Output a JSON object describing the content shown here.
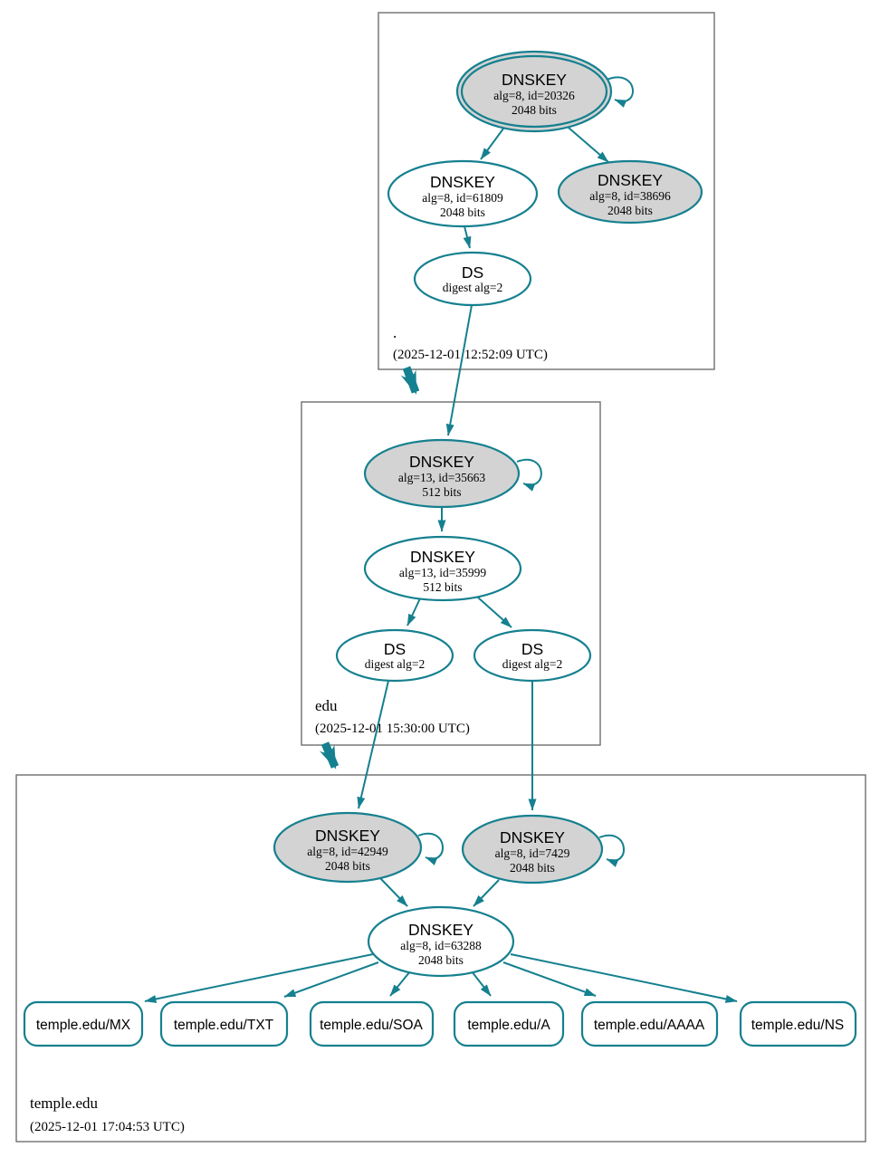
{
  "diagram": {
    "type": "dnssec-authentication-chain",
    "colors": {
      "secure_edge": "#15808f",
      "ksk_fill": "#d3d3d3",
      "node_fill": "#ffffff",
      "zone_box_border": "#6e6e6e",
      "text": "#000000"
    },
    "zones": [
      {
        "name": ".",
        "timestamp": "(2025-12-01 12:52:09 UTC)",
        "nodes": [
          {
            "id": "dnskey-20326",
            "label": "DNSKEY",
            "detail": "alg=8, id=20326",
            "size": "2048 bits",
            "style": "trust-anchor-double-outline",
            "fill": "gray",
            "self_signed": true
          },
          {
            "id": "dnskey-61809",
            "label": "DNSKEY",
            "detail": "alg=8, id=61809",
            "size": "2048 bits",
            "style": "plain",
            "fill": "white",
            "self_signed": false
          },
          {
            "id": "dnskey-38696",
            "label": "DNSKEY",
            "detail": "alg=8, id=38696",
            "size": "2048 bits",
            "style": "plain",
            "fill": "gray",
            "self_signed": false
          },
          {
            "id": "ds",
            "label": "DS",
            "detail": "digest alg=2",
            "style": "plain",
            "fill": "white",
            "self_signed": false
          }
        ]
      },
      {
        "name": "edu",
        "timestamp": "(2025-12-01 15:30:00 UTC)",
        "nodes": [
          {
            "id": "dnskey-35663",
            "label": "DNSKEY",
            "detail": "alg=13, id=35663",
            "size": "512 bits",
            "style": "plain",
            "fill": "gray",
            "self_signed": true
          },
          {
            "id": "dnskey-35999",
            "label": "DNSKEY",
            "detail": "alg=13, id=35999",
            "size": "512 bits",
            "style": "plain",
            "fill": "white",
            "self_signed": false
          },
          {
            "id": "ds-1",
            "label": "DS",
            "detail": "digest alg=2",
            "style": "plain",
            "fill": "white",
            "self_signed": false
          },
          {
            "id": "ds-2",
            "label": "DS",
            "detail": "digest alg=2",
            "style": "plain",
            "fill": "white",
            "self_signed": false
          }
        ]
      },
      {
        "name": "temple.edu",
        "timestamp": "(2025-12-01 17:04:53 UTC)",
        "nodes": [
          {
            "id": "dnskey-42949",
            "label": "DNSKEY",
            "detail": "alg=8, id=42949",
            "size": "2048 bits",
            "style": "plain",
            "fill": "gray",
            "self_signed": true
          },
          {
            "id": "dnskey-7429",
            "label": "DNSKEY",
            "detail": "alg=8, id=7429",
            "size": "2048 bits",
            "style": "plain",
            "fill": "gray",
            "self_signed": true
          },
          {
            "id": "dnskey-63288",
            "label": "DNSKEY",
            "detail": "alg=8, id=63288",
            "size": "2048 bits",
            "style": "plain",
            "fill": "white",
            "self_signed": false
          }
        ],
        "rrsets": [
          {
            "label": "temple.edu/MX"
          },
          {
            "label": "temple.edu/TXT"
          },
          {
            "label": "temple.edu/SOA"
          },
          {
            "label": "temple.edu/A"
          },
          {
            "label": "temple.edu/AAAA"
          },
          {
            "label": "temple.edu/NS"
          }
        ]
      }
    ]
  }
}
